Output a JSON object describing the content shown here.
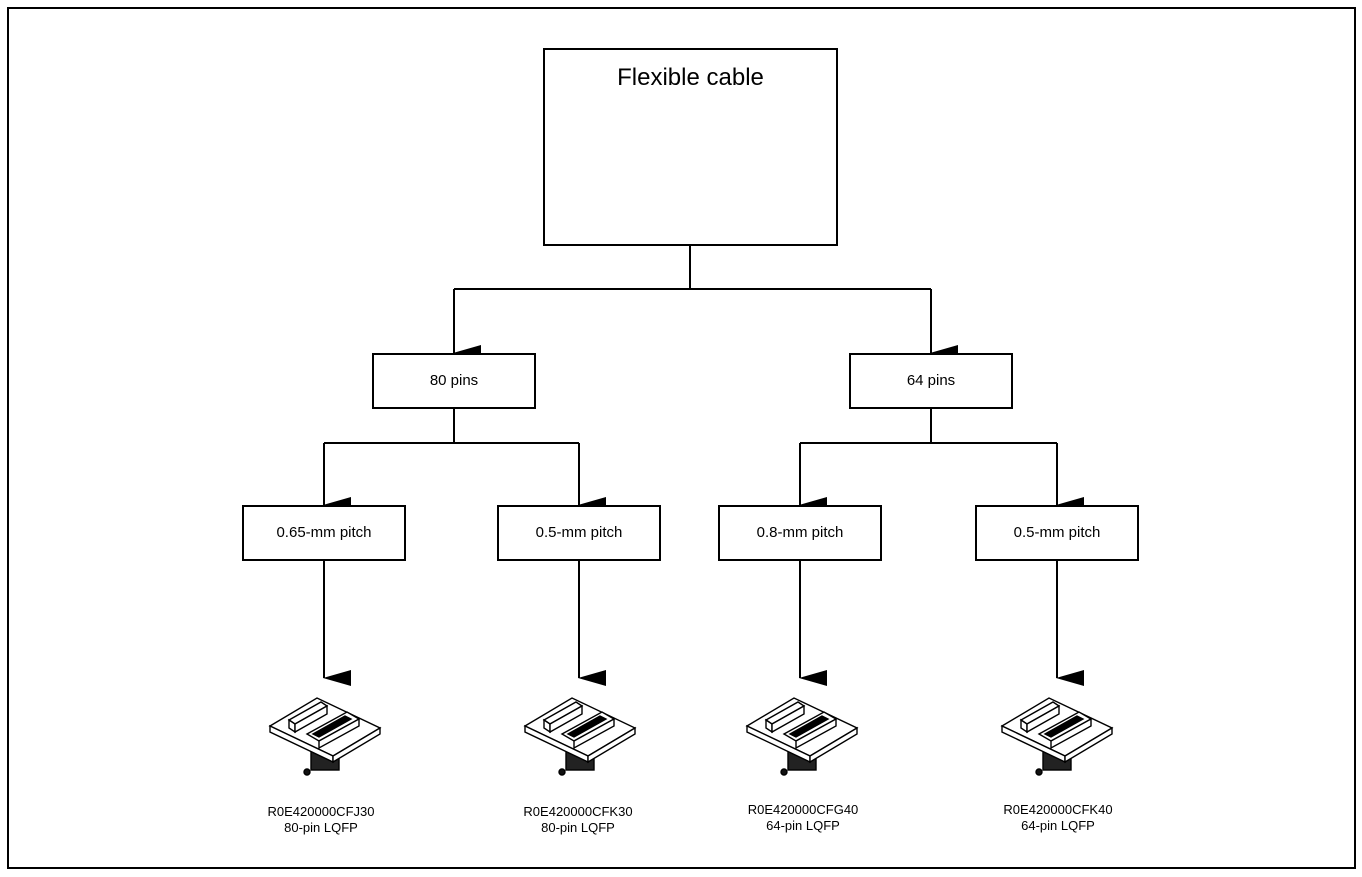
{
  "title": "Flexible cable",
  "groups": [
    {
      "pins": "80 pins",
      "options": [
        {
          "pitch": "0.65-mm pitch",
          "part": "R0E420000CFJ30",
          "package": "80-pin LQFP"
        },
        {
          "pitch": "0.5-mm pitch",
          "part": "R0E420000CFK30",
          "package": "80-pin LQFP"
        }
      ]
    },
    {
      "pins": "64 pins",
      "options": [
        {
          "pitch": "0.8-mm pitch",
          "part": "R0E420000CFG40",
          "package": "64-pin LQFP"
        },
        {
          "pitch": "0.5-mm pitch",
          "part": "R0E420000CFK40",
          "package": "64-pin LQFP"
        }
      ]
    }
  ]
}
